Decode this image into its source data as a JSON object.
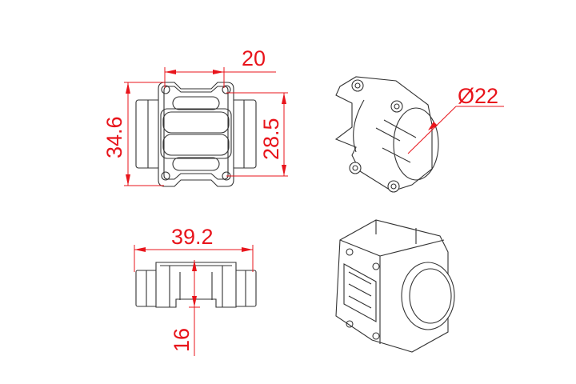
{
  "drawing": {
    "dimensions": {
      "top_width": "20",
      "overall_height": "34.6",
      "hole_spacing": "28.5",
      "diameter": "Ø22",
      "overall_length": "39.2",
      "side_height": "16"
    },
    "colors": {
      "dimension": "#e8141b",
      "outline": "#333333"
    }
  }
}
